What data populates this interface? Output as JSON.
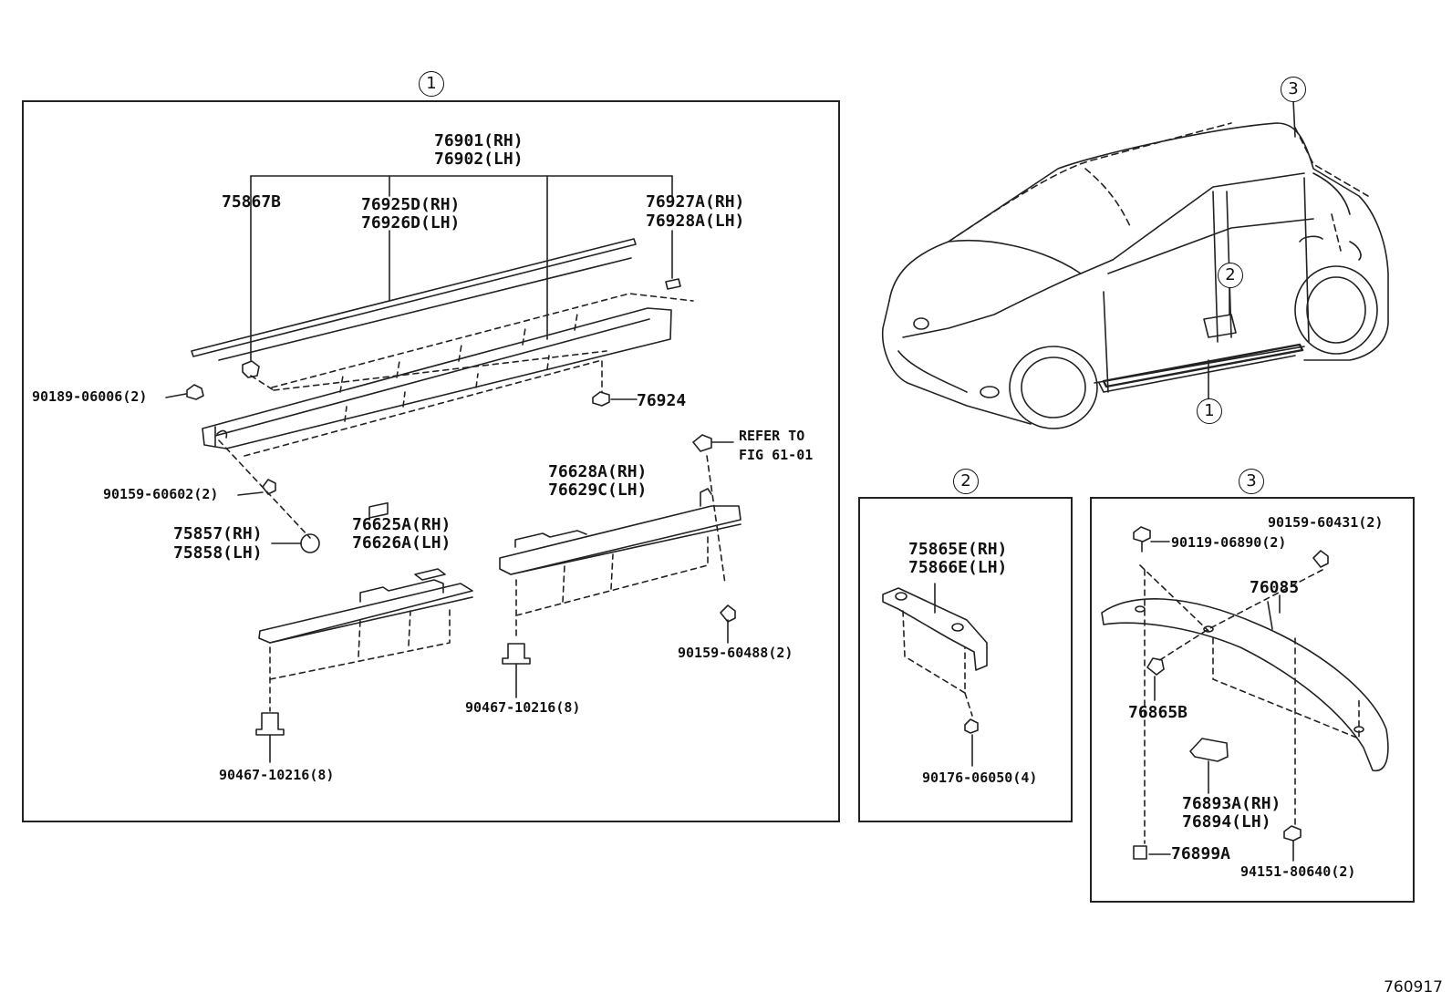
{
  "callouts": {
    "c1_main": "1",
    "c1_car": "1",
    "c2_car": "2",
    "c3_car": "3",
    "c2_box": "2",
    "c3_box": "3"
  },
  "box1": {
    "part_76901": "76901(RH)",
    "part_76902": "76902(LH)",
    "part_75867B": "75867B",
    "part_76925D": "76925D(RH)",
    "part_76926D": "76926D(LH)",
    "part_76927A": "76927A(RH)",
    "part_76928A": "76928A(LH)",
    "part_90189": "90189-06006(2)",
    "part_76924": "76924",
    "refer_line1": "REFER TO",
    "refer_line2": "FIG 61-01",
    "part_90159_602": "90159-60602(2)",
    "part_75857": "75857(RH)",
    "part_75858": "75858(LH)",
    "part_76625A": "76625A(RH)",
    "part_76626A": "76626A(LH)",
    "part_76628A": "76628A(RH)",
    "part_76629C": "76629C(LH)",
    "part_90159_488": "90159-60488(2)",
    "part_90467_a": "90467-10216(8)",
    "part_90467_b": "90467-10216(8)"
  },
  "box2": {
    "part_75865E": "75865E(RH)",
    "part_75866E": "75866E(LH)",
    "part_90176": "90176-06050(4)"
  },
  "box3": {
    "part_90159_431": "90159-60431(2)",
    "part_90119": "90119-06890(2)",
    "part_76085": "76085",
    "part_76865B": "76865B",
    "part_76893A": "76893A(RH)",
    "part_76894": "76894(LH)",
    "part_76899A": "76899A",
    "part_94151": "94151-80640(2)"
  },
  "figure_code": "760917"
}
